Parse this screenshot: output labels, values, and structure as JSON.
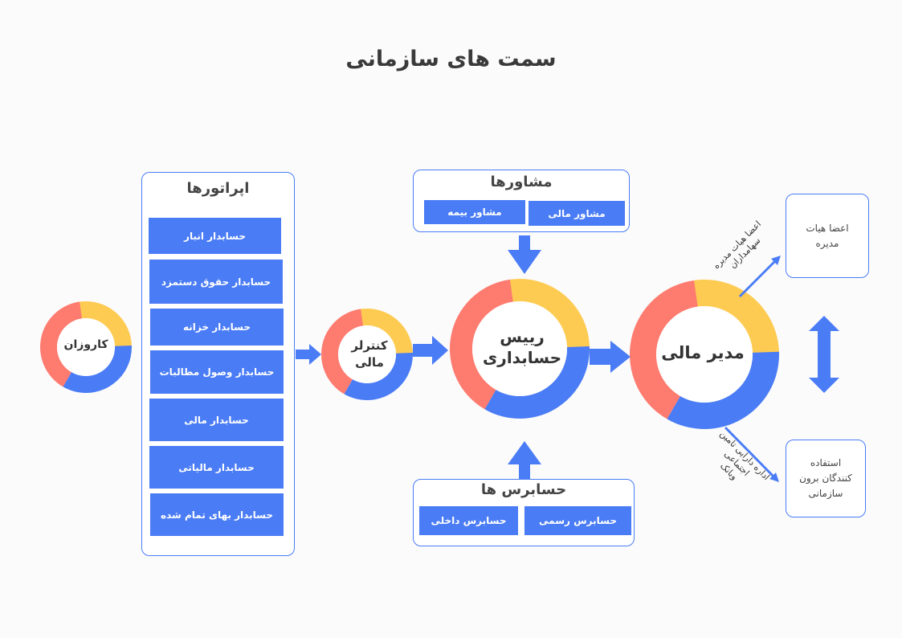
{
  "title": "سمت های سازمانی",
  "colors": {
    "blue": "#4a7cf5",
    "yellow": "#fecb52",
    "red": "#fe7b6f"
  },
  "workers": "کاروزان",
  "operators": {
    "title": "اپراتورها",
    "items": [
      "حسابدار انبار",
      "حسابدار حقوق دستمزد",
      "حسابدار خزانه",
      "حسابدار وصول مطالبات",
      "حسابدار مالی",
      "حسابدار مالیاتی",
      "حسابدار بهای تمام شده"
    ]
  },
  "controller": {
    "line1": "کنترلر",
    "line2": "مالی"
  },
  "advisors": {
    "title": "مشاورها",
    "financial": "مشاور مالی",
    "insurance": "مشاور بیمه"
  },
  "chief": {
    "line1": "رییس",
    "line2": "حسابداری"
  },
  "auditors": {
    "title": "حسابرس ها",
    "official": "حسابرس رسمی",
    "internal": "حسابرس داخلی"
  },
  "cfo": "مدیر مالی",
  "board": "اعضا هیات مدیره",
  "external": "استفاده کنندگان برون سازمانی",
  "arrow_top_label": {
    "line1": "اعضا هیات مدیره",
    "line2": "سهامداران"
  },
  "arrow_bottom_label": {
    "line1": "اداره دارایی تامین",
    "line2": "اجتماعی",
    "line3": "وبانک"
  }
}
